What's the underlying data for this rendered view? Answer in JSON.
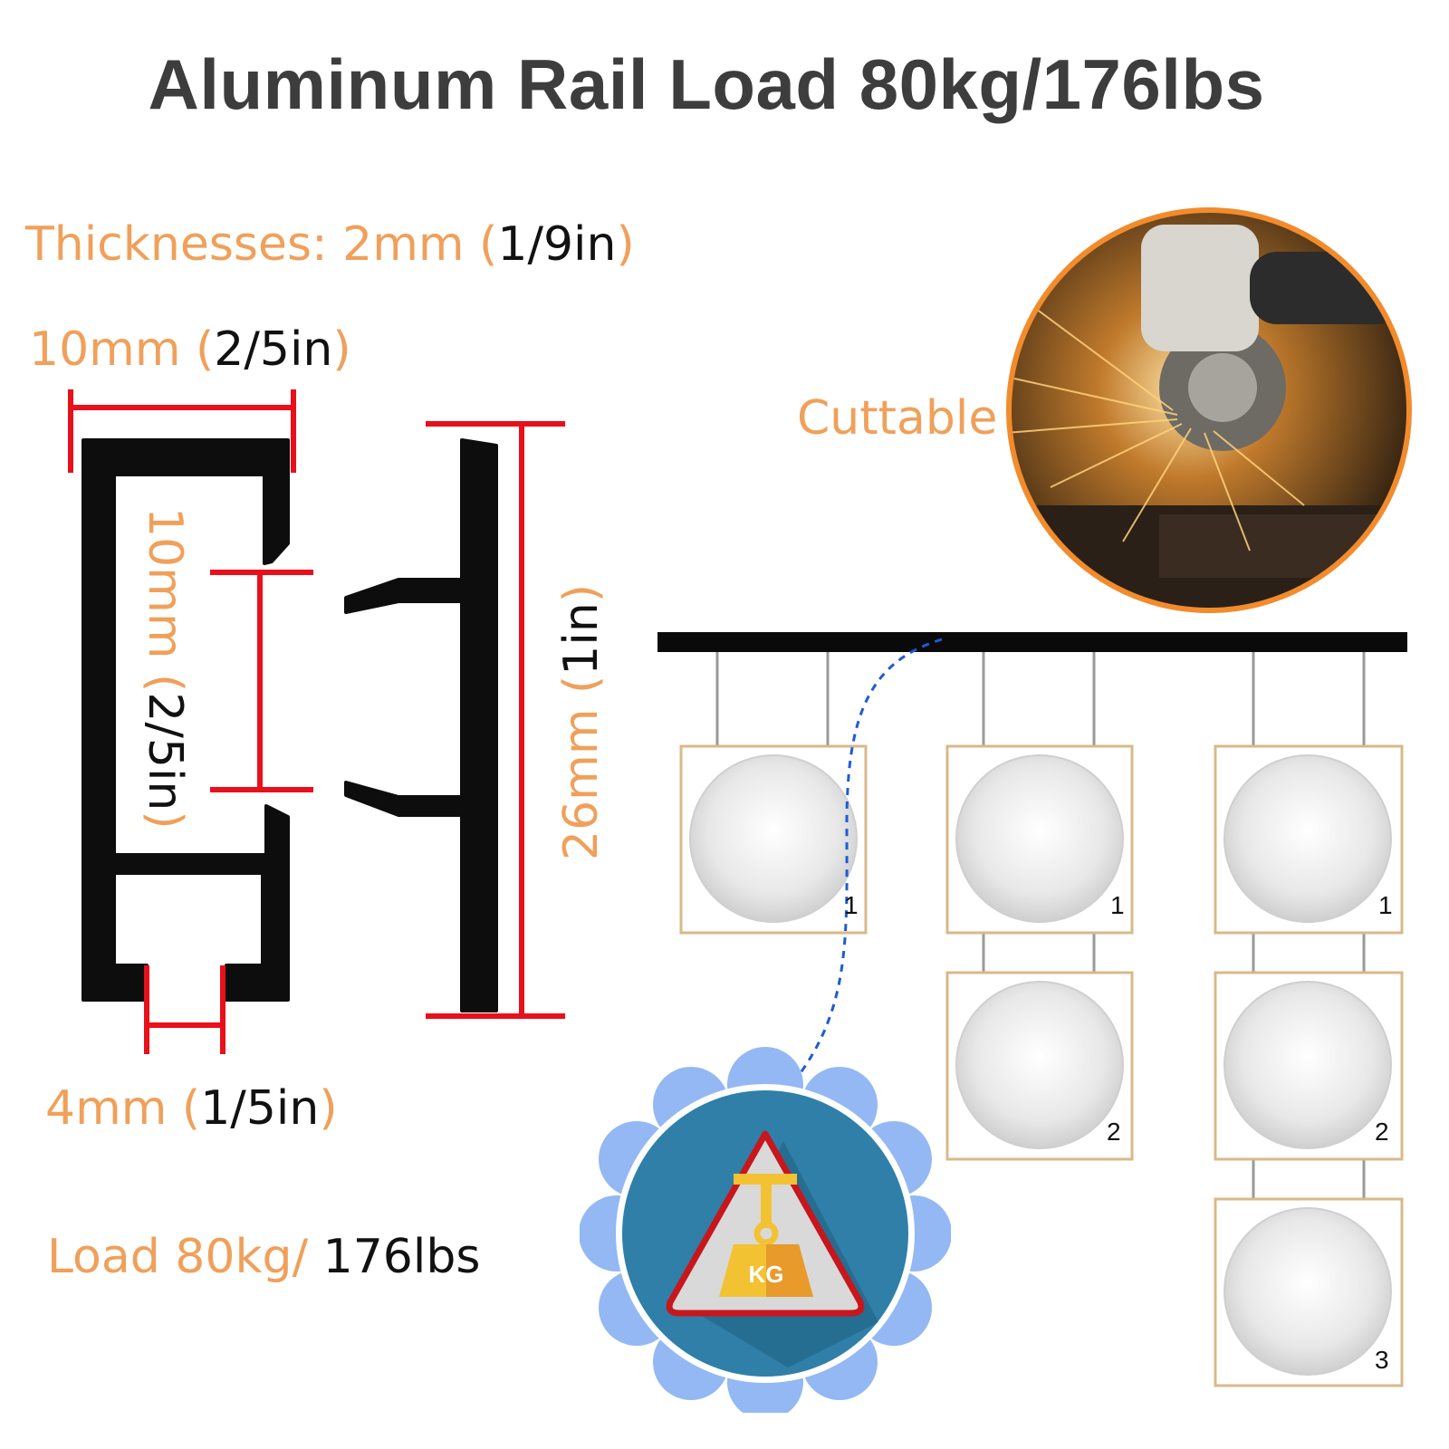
{
  "title": "Aluminum Rail Load 80kg/176lbs",
  "thickness": {
    "label": "Thicknesses: 2mm (",
    "value": "1/9in",
    "close": ")"
  },
  "width_top": {
    "mm": "10mm (",
    "inch": "2/5in",
    "close": ")"
  },
  "inner_gap": {
    "mm": "10mm (",
    "inch": "2/5in",
    "close": ")"
  },
  "height": {
    "mm": "26mm (",
    "inch": "1in",
    "close": ")"
  },
  "slot": {
    "mm": "4mm (",
    "inch": "1/5in",
    "close": ")"
  },
  "load": {
    "label": "Load 80kg/",
    "value": "176lbs"
  },
  "cuttable": "Cuttable",
  "weight_icon_label": "KG",
  "frames": [
    {
      "column": 1,
      "number": "1"
    },
    {
      "column": 2,
      "number": "1"
    },
    {
      "column": 2,
      "number": "2"
    },
    {
      "column": 3,
      "number": "1"
    },
    {
      "column": 3,
      "number": "2"
    },
    {
      "column": 3,
      "number": "3"
    }
  ],
  "colors": {
    "accent_orange": "#f0a05a",
    "dimension_red": "#e8101a",
    "title_gray": "#3d3d3d",
    "badge_blue": "#2f7fa8",
    "petal_blue": "#93b8f3",
    "connector_blue": "#1e5bd6"
  }
}
